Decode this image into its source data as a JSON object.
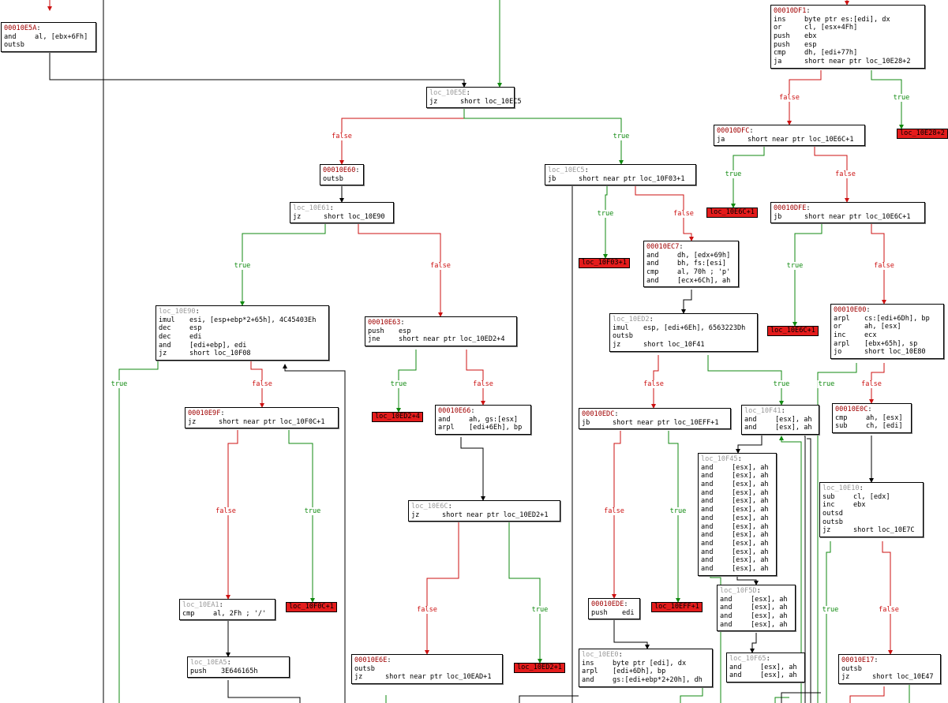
{
  "colors": {
    "true": "#118a11",
    "false": "#cc1111",
    "flow": "#000000",
    "stub": "#e41c1c",
    "address": "#a00000",
    "loc_label": "#9a9a9a"
  },
  "nodes": [
    {
      "id": "n10E5A",
      "hdr": "00010E5A",
      "hdr_kind": "addr",
      "lines": [
        [
          "and",
          "al, [ebx+6Fh]"
        ],
        [
          "outsb",
          ""
        ]
      ]
    },
    {
      "id": "n10DF1",
      "hdr": "00010DF1",
      "hdr_kind": "addr",
      "lines": [
        [
          "ins",
          "byte ptr es:[edi], dx"
        ],
        [
          "or",
          "cl, [esx+4Fh]"
        ],
        [
          "push",
          "ebx"
        ],
        [
          "push",
          "esp"
        ],
        [
          "cmp",
          "dh, [edi+77h]"
        ],
        [
          "ja",
          "short near ptr loc_10E28+2"
        ]
      ]
    },
    {
      "id": "n10E5E",
      "hdr": "loc_10E5E",
      "hdr_kind": "loc",
      "lines": [
        [
          "jz",
          "short loc_10EC5"
        ]
      ]
    },
    {
      "id": "n10DFC",
      "hdr": "00010DFC",
      "hdr_kind": "addr",
      "lines": [
        [
          "ja",
          "short near ptr loc_10E6C+1"
        ]
      ]
    },
    {
      "id": "n10E60",
      "hdr": "00010E60",
      "hdr_kind": "addr",
      "lines": [
        [
          "outsb",
          ""
        ]
      ]
    },
    {
      "id": "n10EC5",
      "hdr": "loc_10EC5",
      "hdr_kind": "loc",
      "lines": [
        [
          "jb",
          "short near ptr loc_10F03+1"
        ]
      ]
    },
    {
      "id": "n10E61",
      "hdr": "loc_10E61",
      "hdr_kind": "loc",
      "lines": [
        [
          "jz",
          "short loc_10E90"
        ]
      ]
    },
    {
      "id": "n10DFE",
      "hdr": "00010DFE",
      "hdr_kind": "addr",
      "lines": [
        [
          "jb",
          "short near ptr loc_10E6C+1"
        ]
      ]
    },
    {
      "id": "n10EC7",
      "hdr": "00010EC7",
      "hdr_kind": "addr",
      "lines": [
        [
          "and",
          "dh, [edx+69h]"
        ],
        [
          "and",
          "bh, fs:[esi]"
        ],
        [
          "cmp",
          "al, 70h ; 'p'"
        ],
        [
          "and",
          "[ecx+6Ch], ah"
        ]
      ]
    },
    {
      "id": "n10E90",
      "hdr": "loc_10E90",
      "hdr_kind": "loc",
      "lines": [
        [
          "imul",
          "esi, [esp+ebp*2+65h], 4C45403Eh"
        ],
        [
          "dec",
          "esp"
        ],
        [
          "dec",
          "edi"
        ],
        [
          "and",
          "[edi+ebp], edi"
        ],
        [
          "jz",
          "short loc_10F08"
        ]
      ]
    },
    {
      "id": "n10E63",
      "hdr": "00010E63",
      "hdr_kind": "addr",
      "lines": [
        [
          "push",
          "esp"
        ],
        [
          "jne",
          "short near ptr loc_10ED2+4"
        ]
      ]
    },
    {
      "id": "n10ED2",
      "hdr": "loc_10ED2",
      "hdr_kind": "loc",
      "lines": [
        [
          "imul",
          "esp, [edi+6Eh], 6563223Dh"
        ],
        [
          "outsb",
          ""
        ],
        [
          "jz",
          "short loc_10F41"
        ]
      ]
    },
    {
      "id": "n10E00",
      "hdr": "00010E00",
      "hdr_kind": "addr",
      "lines": [
        [
          "arpl",
          "cs:[edi+6Dh], bp"
        ],
        [
          "or",
          "ah, [esx]"
        ],
        [
          "inc",
          "ecx"
        ],
        [
          "arpl",
          "[ebx+65h], sp"
        ],
        [
          "jo",
          "short loc_10E80"
        ]
      ]
    },
    {
      "id": "n10E9F",
      "hdr": "00010E9F",
      "hdr_kind": "addr",
      "lines": [
        [
          "jz",
          "short near ptr loc_10F0C+1"
        ]
      ]
    },
    {
      "id": "n10E66",
      "hdr": "00010E66",
      "hdr_kind": "addr",
      "lines": [
        [
          "and",
          "ah, gs:[esx]"
        ],
        [
          "arpl",
          "[edi+6Eh], bp"
        ]
      ]
    },
    {
      "id": "n10EDC",
      "hdr": "00010EDC",
      "hdr_kind": "addr",
      "lines": [
        [
          "jb",
          "short near ptr loc_10EFF+1"
        ]
      ]
    },
    {
      "id": "n10F41",
      "hdr": "loc_10F41",
      "hdr_kind": "loc",
      "lines": [
        [
          "and",
          "[esx], ah"
        ],
        [
          "and",
          "[esx], ah"
        ]
      ]
    },
    {
      "id": "n10E0C",
      "hdr": "00010E0C",
      "hdr_kind": "addr",
      "lines": [
        [
          "cmp",
          "ah, [esx]"
        ],
        [
          "sub",
          "ch, [edi]"
        ]
      ]
    },
    {
      "id": "n10F45",
      "hdr": "loc_10F45",
      "hdr_kind": "loc",
      "lines": [
        [
          "and",
          "[esx], ah"
        ],
        [
          "and",
          "[esx], ah"
        ],
        [
          "and",
          "[esx], ah"
        ],
        [
          "and",
          "[esx], ah"
        ],
        [
          "and",
          "[esx], ah"
        ],
        [
          "and",
          "[esx], ah"
        ],
        [
          "and",
          "[esx], ah"
        ],
        [
          "and",
          "[esx], ah"
        ],
        [
          "and",
          "[esx], ah"
        ],
        [
          "and",
          "[esx], ah"
        ],
        [
          "and",
          "[esx], ah"
        ],
        [
          "and",
          "[esx], ah"
        ],
        [
          "and",
          "[esx], ah"
        ]
      ]
    },
    {
      "id": "n10E6C",
      "hdr": "loc_10E6C",
      "hdr_kind": "loc",
      "lines": [
        [
          "jz",
          "short near ptr loc_10ED2+1"
        ]
      ]
    },
    {
      "id": "n10E10",
      "hdr": "loc_10E10",
      "hdr_kind": "loc",
      "lines": [
        [
          "sub",
          "cl, [edx]"
        ],
        [
          "inc",
          "ebx"
        ],
        [
          "outsd",
          ""
        ],
        [
          "outsb",
          ""
        ],
        [
          "jz",
          "short loc_10E7C"
        ]
      ]
    },
    {
      "id": "n10F5D",
      "hdr": "loc_10F5D",
      "hdr_kind": "loc",
      "lines": [
        [
          "and",
          "[esx], ah"
        ],
        [
          "and",
          "[esx], ah"
        ],
        [
          "and",
          "[esx], ah"
        ],
        [
          "and",
          "[esx], ah"
        ]
      ]
    },
    {
      "id": "n10EA1",
      "hdr": "loc_10EA1",
      "hdr_kind": "loc",
      "lines": [
        [
          "cmp",
          "al, 2Fh ; '/'"
        ]
      ]
    },
    {
      "id": "n10EDE",
      "hdr": "00010EDE",
      "hdr_kind": "addr",
      "lines": [
        [
          "push",
          "edi"
        ]
      ]
    },
    {
      "id": "n10EA5",
      "hdr": "loc_10EA5",
      "hdr_kind": "loc",
      "lines": [
        [
          "push",
          "3E646165h"
        ]
      ]
    },
    {
      "id": "n10EE0",
      "hdr": "loc_10EE0",
      "hdr_kind": "loc",
      "lines": [
        [
          "ins",
          "byte ptr [edi], dx"
        ],
        [
          "arpl",
          "[edi+6Dh], bp"
        ],
        [
          "and",
          "gs:[edi+ebp*2+20h], dh"
        ]
      ]
    },
    {
      "id": "n10E6E",
      "hdr": "00010E6E",
      "hdr_kind": "addr",
      "lines": [
        [
          "outsb",
          ""
        ],
        [
          "jz",
          "short near ptr loc_10EAD+1"
        ]
      ]
    },
    {
      "id": "n10F65",
      "hdr": "loc_10F65",
      "hdr_kind": "loc",
      "lines": [
        [
          "and",
          "[esx], ah"
        ],
        [
          "and",
          "[esx], ah"
        ]
      ]
    },
    {
      "id": "n10E17",
      "hdr": "00010E17",
      "hdr_kind": "addr",
      "lines": [
        [
          "outsb",
          ""
        ],
        [
          "jz",
          "short loc_10E47"
        ]
      ]
    }
  ],
  "stubs": [
    {
      "id": "s10E28",
      "label": "loc_10E28+2"
    },
    {
      "id": "s10E6C_a",
      "label": "loc_10E6C+1"
    },
    {
      "id": "s10F03",
      "label": "loc_10F03+1"
    },
    {
      "id": "s10E6C_b",
      "label": "loc_10E6C+1"
    },
    {
      "id": "s10ED2_4",
      "label": "loc_10ED2+4"
    },
    {
      "id": "s10F0C",
      "label": "loc_10F0C+1"
    },
    {
      "id": "s10EFF",
      "label": "loc_10EFF+1"
    },
    {
      "id": "s10ED2_1",
      "label": "loc_10ED2+1"
    }
  ],
  "edge_labels": {
    "true": "true",
    "false": "false"
  }
}
